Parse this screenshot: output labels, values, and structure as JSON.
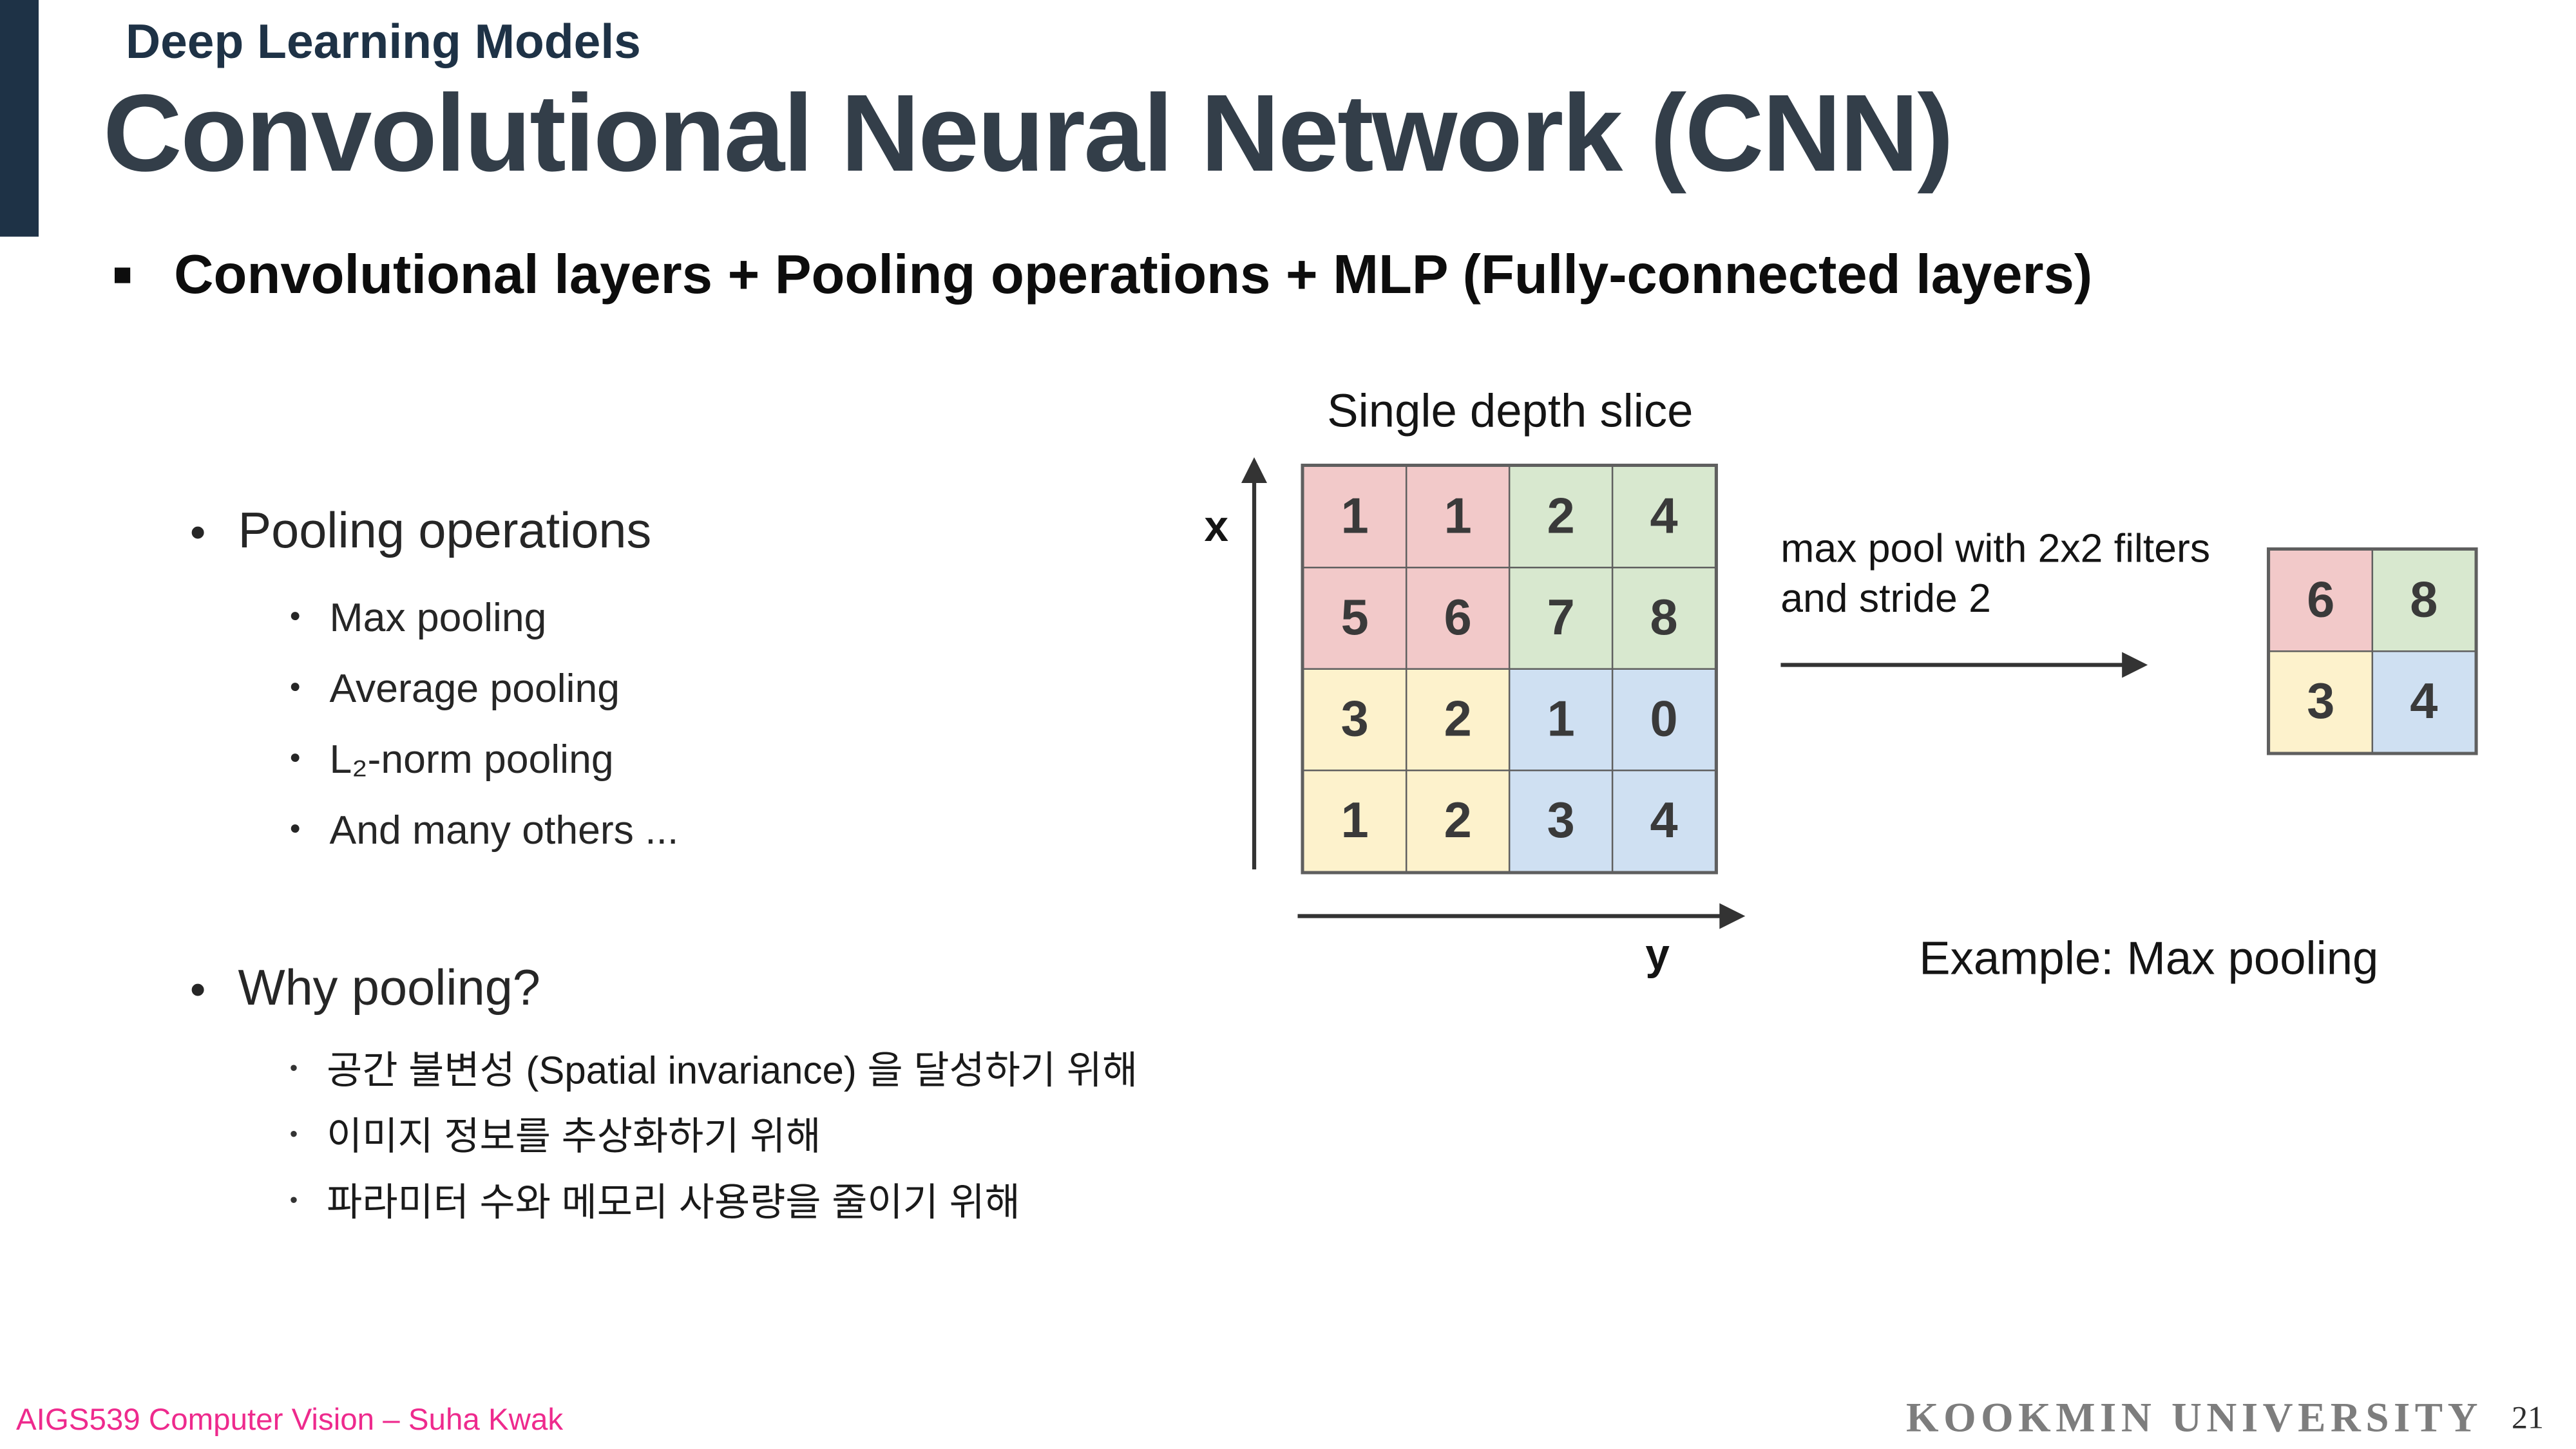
{
  "glyphs": {
    "square_bullet": "■",
    "dot_bullet": "•"
  },
  "header": {
    "eyebrow": "Deep Learning Models",
    "title": "Convolutional Neural Network (CNN)",
    "summary_bullet": "Convolutional layers + Pooling operations + MLP (Fully-connected layers)"
  },
  "content": {
    "pooling_heading": "Pooling operations",
    "pooling_items": [
      "Max pooling",
      "Average pooling",
      "L₂-norm pooling",
      "And many others ..."
    ],
    "why_heading": "Why pooling?",
    "why_items": [
      "공간 불변성 (Spatial invariance) 을 달성하기 위해",
      "이미지 정보를 추상화하기 위해",
      "파라미터 수와 메모리 사용량을 줄이기 위해"
    ]
  },
  "diagram": {
    "title": "Single depth slice",
    "x_axis_label": "x",
    "y_axis_label": "y",
    "pool_arrow_label": "max pool with 2x2 filters\nand stride 2",
    "example_caption": "Example: Max pooling",
    "input_grid": [
      [
        1,
        1,
        2,
        4
      ],
      [
        5,
        6,
        7,
        8
      ],
      [
        3,
        2,
        1,
        0
      ],
      [
        1,
        2,
        3,
        4
      ]
    ],
    "output_grid": [
      [
        6,
        8
      ],
      [
        3,
        4
      ]
    ],
    "colors": {
      "pink": "#f2c9c9",
      "green": "#d8e8cf",
      "yellow": "#fdf2cc",
      "blue": "#cfe0f2"
    }
  },
  "footer": {
    "course": "AIGS539 Computer Vision – Suha Kwak",
    "university": "KOOKMIN UNIVERSITY",
    "page_number": "21"
  }
}
